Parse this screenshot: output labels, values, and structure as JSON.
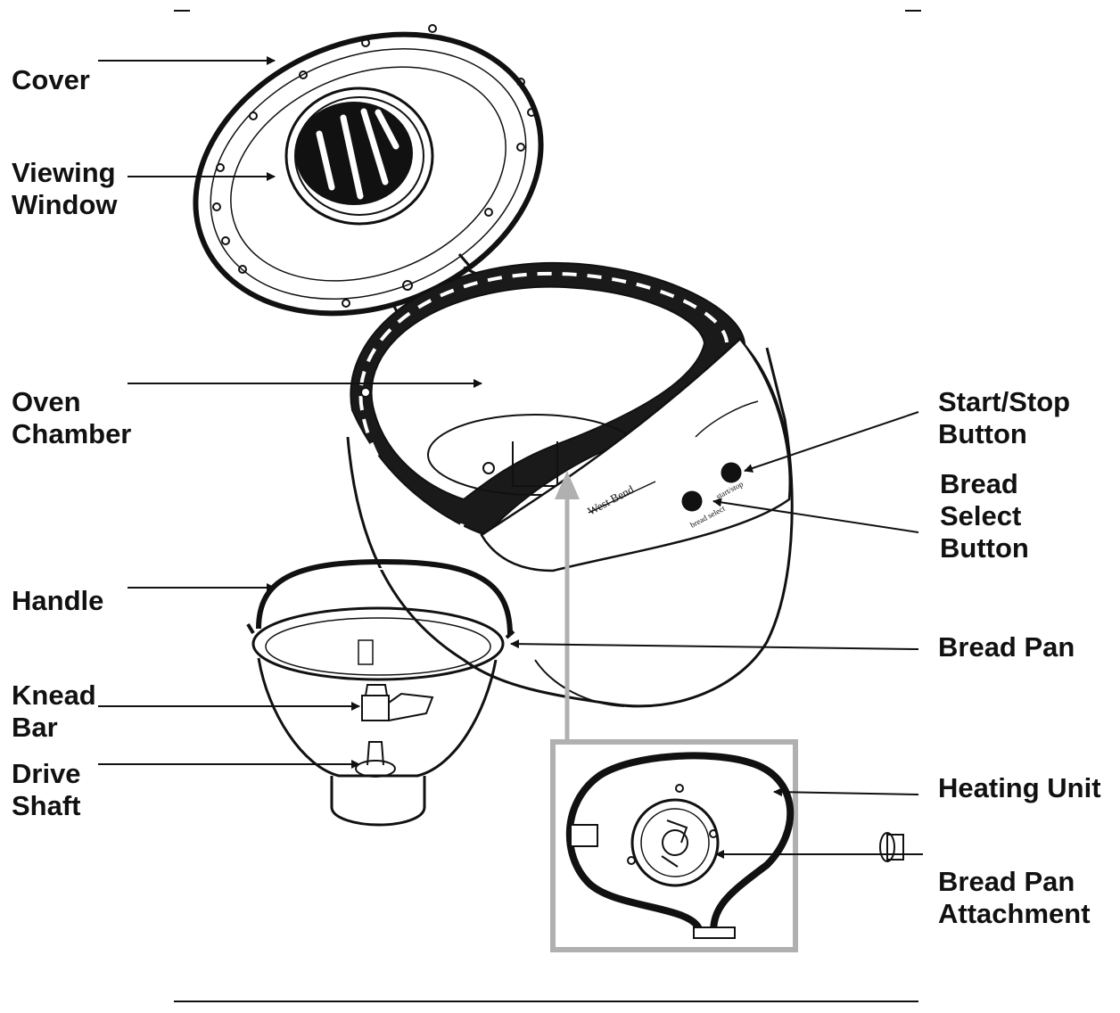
{
  "labels": {
    "cover": "Cover",
    "viewing_window": [
      "Viewing",
      "Window"
    ],
    "oven_chamber": [
      "Oven",
      "Chamber"
    ],
    "handle": "Handle",
    "knead_bar": [
      "Knead",
      "Bar"
    ],
    "drive_shaft": [
      "Drive",
      "Shaft"
    ],
    "start_stop_button": [
      "Start/Stop",
      "Button"
    ],
    "bread_select_button": [
      "Bread",
      "Select",
      "Button"
    ],
    "bread_pan": "Bread Pan",
    "heating_unit": "Heating Unit",
    "bread_pan_attachment": [
      "Bread Pan",
      "Attachment"
    ]
  },
  "panel": {
    "brand": "West Bend",
    "start_stop_caption": "start/stop",
    "bread_select_caption": "bread select"
  },
  "colors": {
    "ink": "#111111",
    "inset_border": "#b0b0b0",
    "pointer_arrow": "#b0b0b0"
  }
}
